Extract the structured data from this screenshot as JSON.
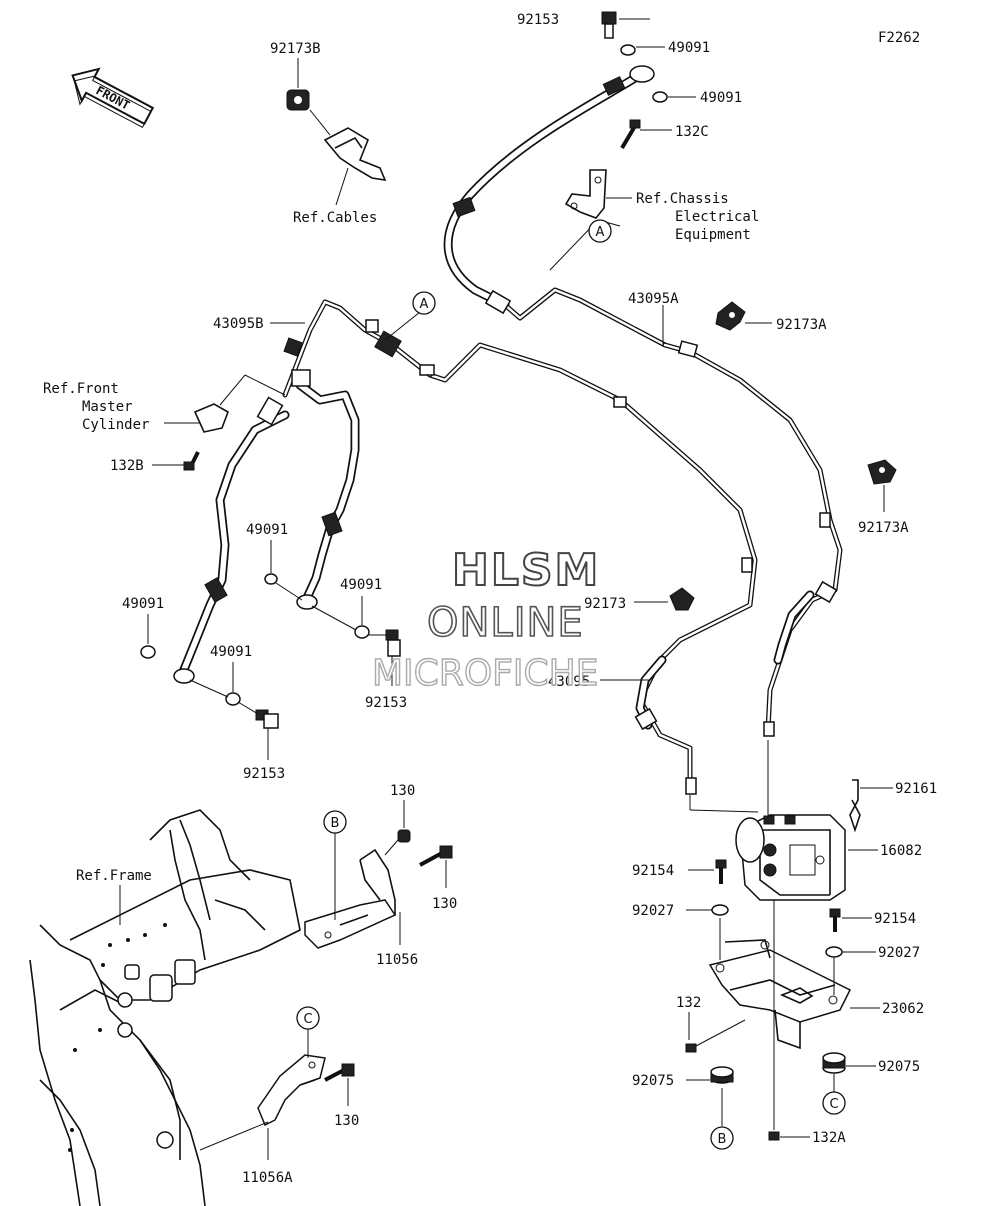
{
  "figure_code": "F2262",
  "front_arrow_label": "FRONT",
  "watermark": {
    "line1": "HLSM",
    "line2": "ONLINE",
    "line3": "MICROFICHE"
  },
  "part_labels": {
    "p92153_top": "92153",
    "p49091_top1": "49091",
    "p49091_top2": "49091",
    "p132C": "132C",
    "p92173B": "92173B",
    "p43095B": "43095B",
    "p43095A": "43095A",
    "p92173A_1": "92173A",
    "p92173A_2": "92173A",
    "p132B": "132B",
    "p49091_l1": "49091",
    "p49091_l2": "49091",
    "p49091_l3": "49091",
    "p49091_l4": "49091",
    "p92153_l1": "92153",
    "p92153_l2": "92153",
    "p92173": "92173",
    "p43095": "43095",
    "p92161": "92161",
    "p16082": "16082",
    "p92154_l": "92154",
    "p92154_r": "92154",
    "p92027_l": "92027",
    "p92027_r": "92027",
    "p23062": "23062",
    "p132": "132",
    "p92075_l": "92075",
    "p92075_r": "92075",
    "p132A": "132A",
    "p130_1": "130",
    "p130_2": "130",
    "p130_3": "130",
    "p11056": "11056",
    "p11056A": "11056A"
  },
  "references": {
    "cables": "Ref.Cables",
    "chassis_line1": "Ref.Chassis",
    "chassis_line2": "Electrical",
    "chassis_line3": "Equipment",
    "front_master_line1": "Ref.Front",
    "front_master_line2": "Master",
    "front_master_line3": "Cylinder",
    "frame": "Ref.Frame"
  },
  "callouts": {
    "A": "A",
    "B": "B",
    "C": "C"
  }
}
